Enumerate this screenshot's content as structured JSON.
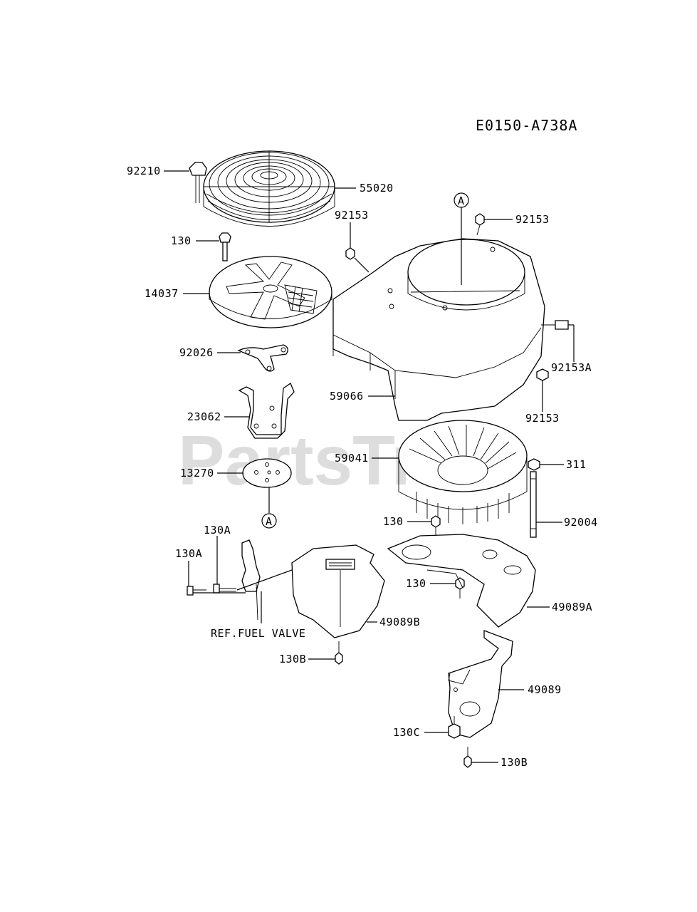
{
  "diagram": {
    "code": "E0150-A738A",
    "watermark": "PartsTre",
    "ref_marker": "A",
    "callouts": {
      "p92210": "92210",
      "p55020": "55020",
      "p130_top": "130",
      "p14037": "14037",
      "p92026": "92026",
      "p23062": "23062",
      "p13270": "13270",
      "p92153_left": "92153",
      "p92153_right": "92153",
      "p92153A": "92153A",
      "p92153_lower": "92153",
      "p59066": "59066",
      "p59041": "59041",
      "p311": "311",
      "p92004": "92004",
      "p130_mid": "130",
      "p130_low": "130",
      "p49089A": "49089A",
      "p130A_upper": "130A",
      "p130A_lower": "130A",
      "ref_fuel_valve": "REF.FUEL VALVE",
      "p49089B": "49089B",
      "p130B_left": "130B",
      "p49089": "49089",
      "p130C": "130C",
      "p130B_right": "130B"
    }
  }
}
